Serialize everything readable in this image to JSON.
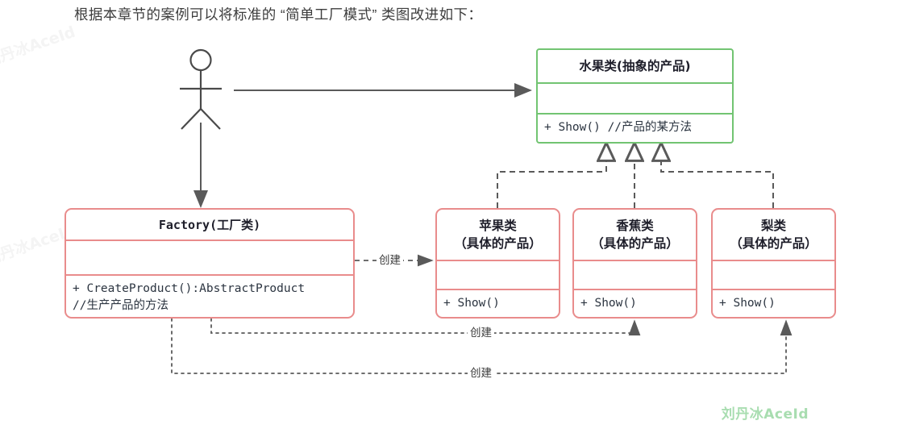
{
  "caption": "根据本章节的案例可以将标准的 “简单工厂模式” 类图改进如下：",
  "colors": {
    "abstract_border": "#72c472",
    "concrete_border": "#e98c8c",
    "line": "#5a5a5a",
    "watermark": "#a8ddb0"
  },
  "actor": {
    "name": "actor-stick-figure",
    "label": ""
  },
  "classes": {
    "abstract_product": {
      "title": "水果类(抽象的产品)",
      "attributes": "",
      "operations": "+ Show() //产品的某方法"
    },
    "factory": {
      "title": "Factory(工厂类)",
      "attributes": "",
      "operations": "+ CreateProduct():AbstractProduct\n//生产产品的方法"
    },
    "apple": {
      "title_line1": "苹果类",
      "title_line2": "（具体的产品）",
      "attributes": "",
      "operations": "+ Show()"
    },
    "banana": {
      "title_line1": "香蕉类",
      "title_line2": "（具体的产品）",
      "attributes": "",
      "operations": "+ Show()"
    },
    "pear": {
      "title_line1": "梨类",
      "title_line2": "（具体的产品）",
      "attributes": "",
      "operations": "+ Show()"
    }
  },
  "relations": {
    "create_apple_label": "创建",
    "create_banana_label": "创建",
    "create_pear_label": "创建"
  },
  "watermark": {
    "corner": "刘丹冰AceId",
    "faint": "刘丹冰AceId"
  }
}
